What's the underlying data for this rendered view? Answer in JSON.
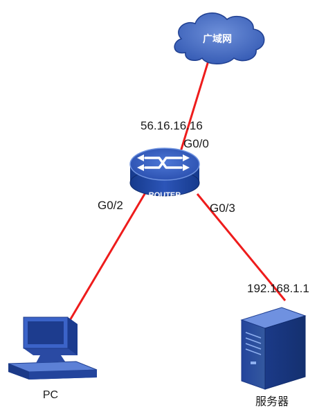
{
  "nodes": {
    "wan": {
      "label": "广域网"
    },
    "router": {
      "label": "ROUTER",
      "ip": "56.16.16.16"
    },
    "pc": {
      "label": "PC"
    },
    "server": {
      "label": "服务器",
      "ip": "192.168.1.1"
    }
  },
  "interfaces": {
    "g0_0": "G0/0",
    "g0_2": "G0/2",
    "g0_3": "G0/3"
  },
  "colors": {
    "link": "#ee1c1c",
    "device_dark": "#1c3f94",
    "device_mid": "#3a63c4",
    "device_light": "#7d9ee6"
  }
}
